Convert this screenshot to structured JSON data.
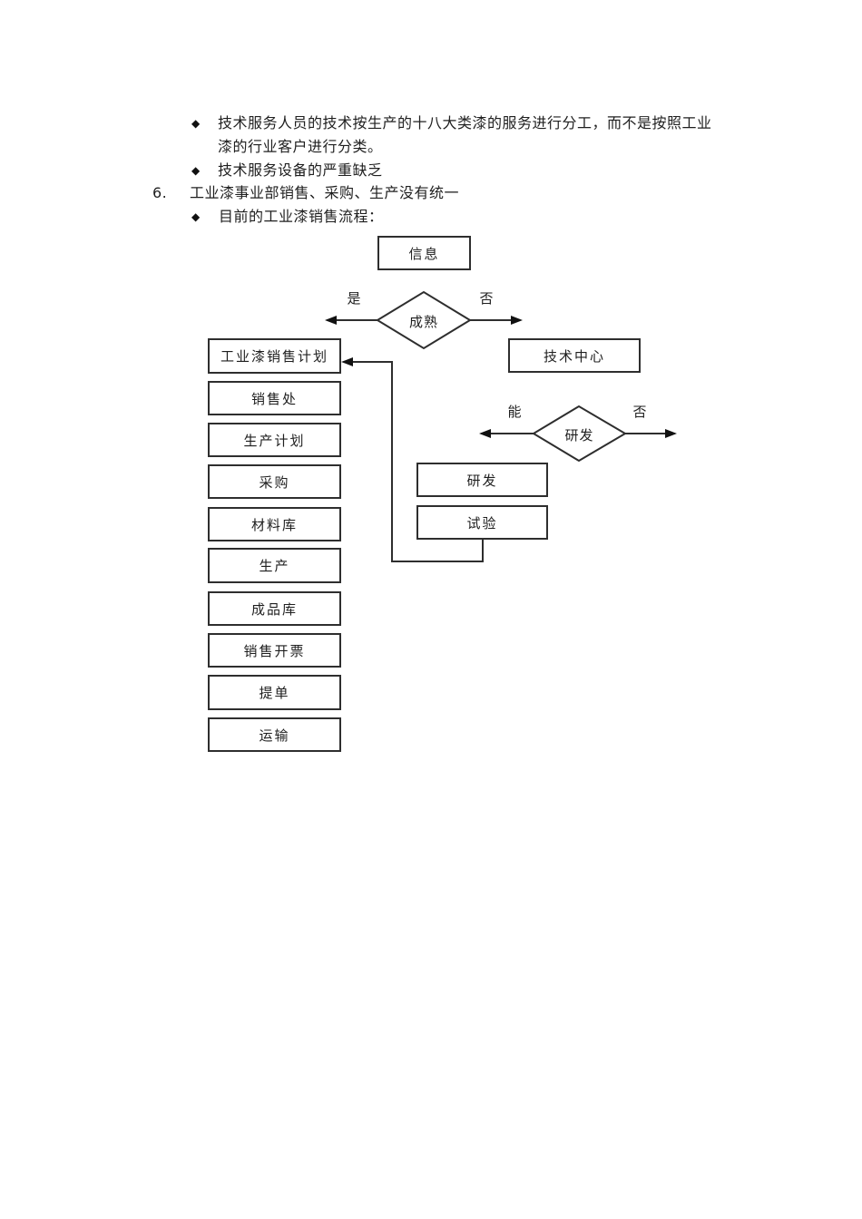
{
  "colors": {
    "page_background": "#ffffff",
    "text": "#1f1f1f",
    "box_border": "#2e2e2e",
    "connector_line": "#2e2e2e"
  },
  "doc": {
    "bullet1": {
      "marker": "◆",
      "line1": "技术服务人员的技术按生产的十八大类漆的服务进行分工，而不是按照工业",
      "line2": "漆的行业客户进行分类。"
    },
    "bullet2": {
      "marker": "◆",
      "text": "技术服务设备的严重缺乏"
    },
    "item6": {
      "number": "6.",
      "text": "工业漆事业部销售、采购、生产没有统一"
    },
    "bullet3": {
      "marker": "◆",
      "text": "目前的工业漆销售流程："
    }
  },
  "flowchart": {
    "info_box": "信息",
    "decision_mature": "成熟",
    "label_yes": "是",
    "label_no_mature": "否",
    "tech_center_box": "技术中心",
    "plan_box": "工业漆销售计划",
    "sales_office_box": "销售处",
    "production_plan_box": "生产计划",
    "purchasing_box": "采购",
    "material_store_box": "材料库",
    "production_box": "生产",
    "finished_store_box": "成品库",
    "invoicing_box": "销售开票",
    "lading_box": "提单",
    "transport_box": "运输",
    "decision_rd": "研发",
    "label_can": "能",
    "label_no_rd": "否",
    "rd_box": "研发",
    "test_box": "试验"
  }
}
